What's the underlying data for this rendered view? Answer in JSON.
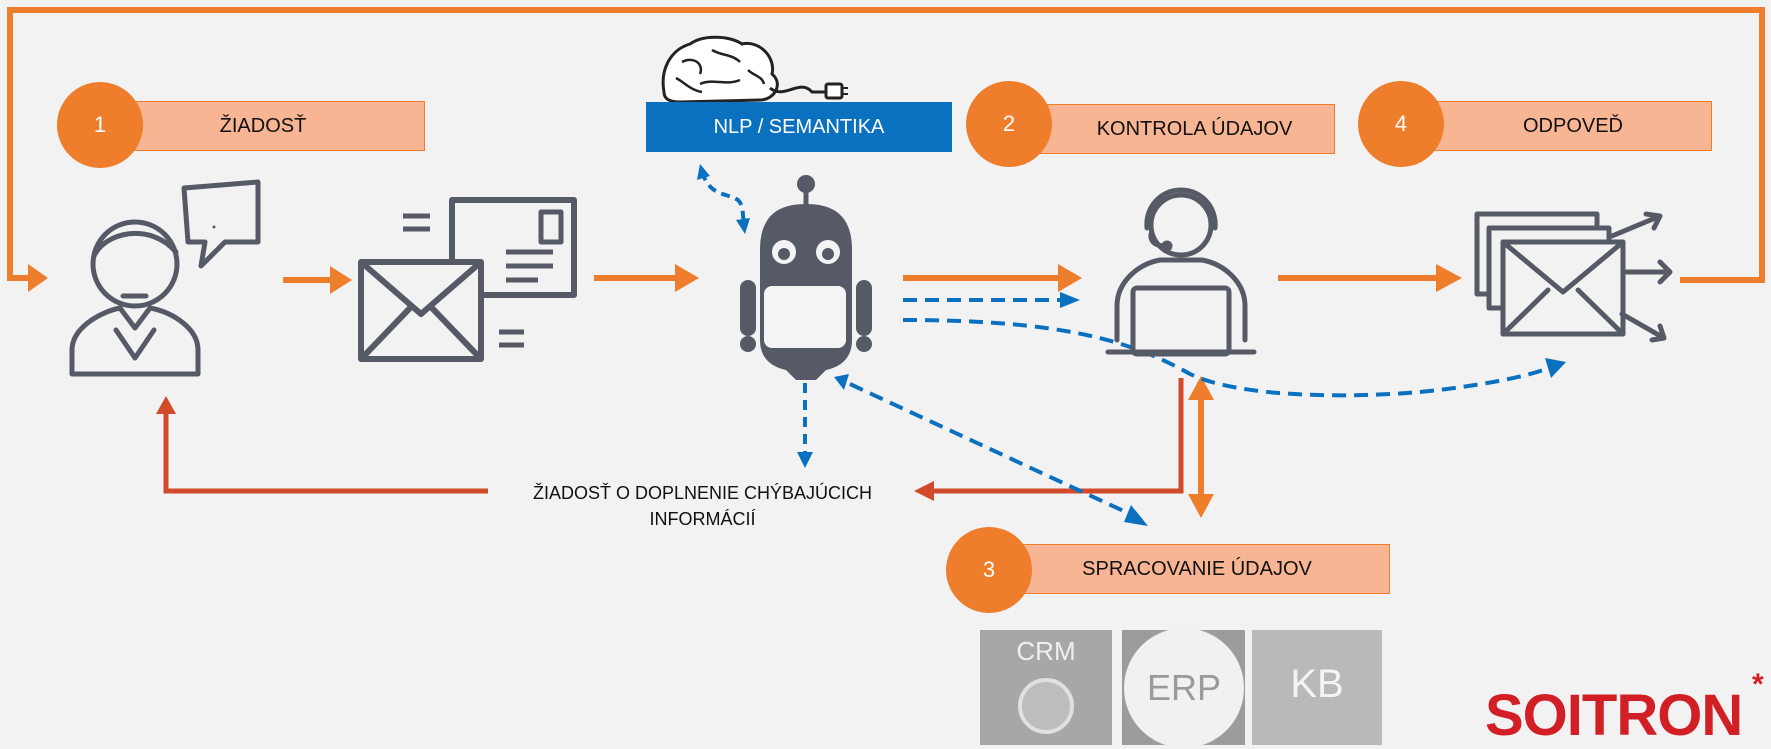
{
  "colors": {
    "orange": "#ee7d2c",
    "red_arrow": "#d14b2a",
    "blue_dash": "#0a70c0",
    "icon_gray": "#555a66",
    "label_fill": "#f8b594",
    "background": "#f2f2f2",
    "brand_red": "#d21f26"
  },
  "steps": [
    {
      "number": "1",
      "label": "ŽIADOSŤ"
    },
    {
      "number": "2",
      "label": "KONTROLA ÚDAJOV"
    },
    {
      "number": "3",
      "label": "SPRACOVANIE ÚDAJOV"
    },
    {
      "number": "4",
      "label": "ODPOVEĎ"
    }
  ],
  "nlp_label": "NLP / SEMANTIKA",
  "missing_info_label": "ŽIADOSŤ O DOPLNENIE CHÝBAJÚCICH INFORMÁCIÍ",
  "systems": {
    "crm": "CRM",
    "erp": "ERP",
    "kb": "KB"
  },
  "logo": "SOITRON",
  "icons": [
    "user-speech-icon",
    "mail-icon",
    "brain-icon",
    "robot-icon",
    "operator-laptop-icon",
    "mail-send-icon"
  ]
}
